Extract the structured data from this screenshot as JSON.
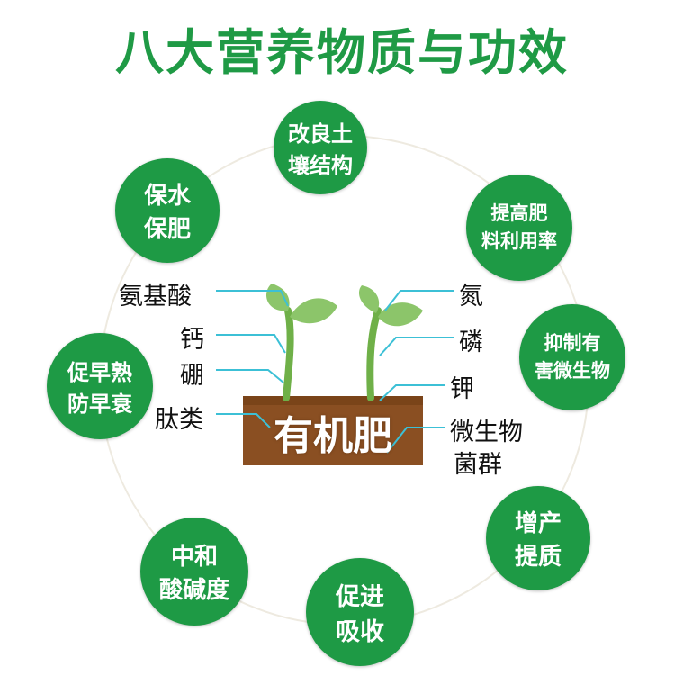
{
  "title": "八大营养物质与功效",
  "center_label": "有机肥",
  "benefits": [
    {
      "line1": "改良土",
      "line2": "壤结构"
    },
    {
      "line1": "提高肥",
      "line2": "料利用率"
    },
    {
      "line1": "抑制有",
      "line2": "害微生物"
    },
    {
      "line1": "增产",
      "line2": "提质"
    },
    {
      "line1": "促进",
      "line2": "吸收"
    },
    {
      "line1": "中和",
      "line2": "酸碱度"
    },
    {
      "line1": "促早熟",
      "line2": "防早衰"
    },
    {
      "line1": "保水",
      "line2": "保肥"
    }
  ],
  "left_nutrients": [
    "氨基酸",
    "钙",
    "硼",
    "肽类"
  ],
  "right_nutrients": [
    "氮",
    "磷",
    "钾",
    "微生物",
    "菌群"
  ],
  "colors": {
    "title_green": "#1f9a45",
    "node_green": "#1e9a45",
    "soil_brown": "#8a4f22",
    "leaf_green": "#8cc56a",
    "leader_blue": "#3cc0d6"
  }
}
